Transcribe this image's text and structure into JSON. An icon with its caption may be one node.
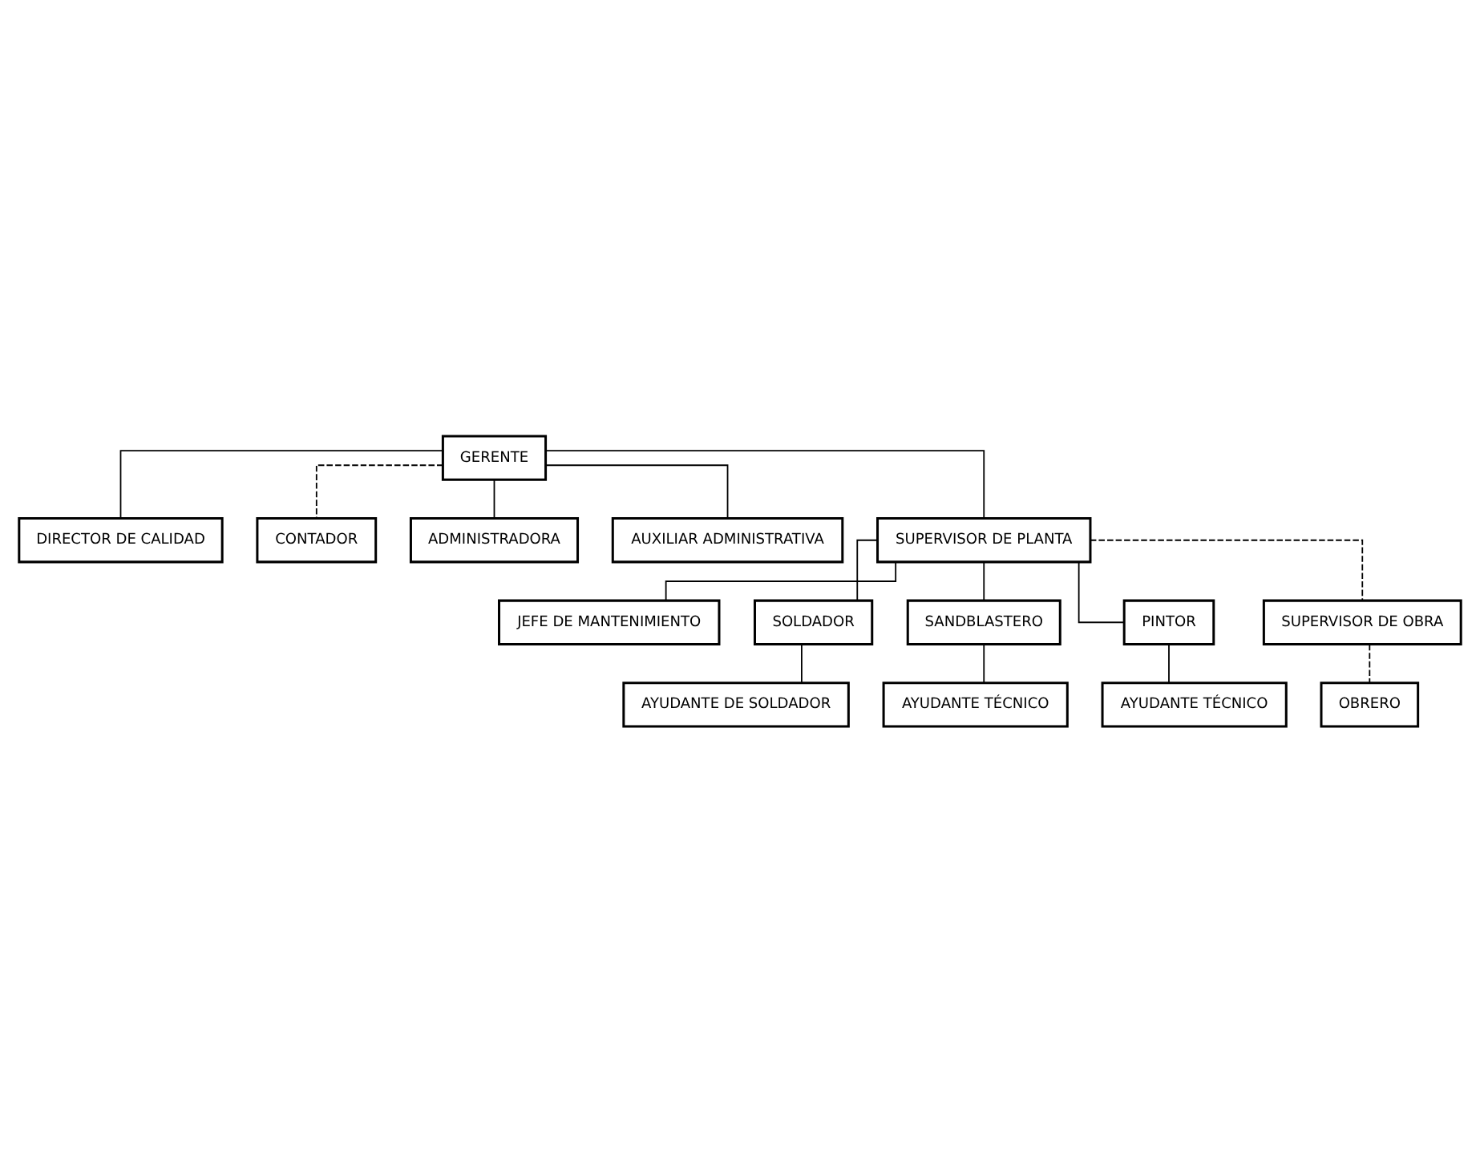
{
  "diagram": {
    "nodes": [
      {
        "text": [
          "GERENTE"
        ]
      },
      {
        "text": [
          "DIRECTOR DE CALIDAD"
        ]
      },
      {
        "text": [
          "CONTADOR"
        ]
      },
      {
        "text": [
          "ADMINISTRADORA"
        ]
      },
      {
        "text": [
          "AUXILIAR ADMINISTRATIVA"
        ]
      },
      {
        "text": [
          "SUPERVISOR DE PLANTA"
        ]
      },
      {
        "text": [
          "JEFE DE MANTENIMIENTO"
        ]
      },
      {
        "text": [
          "SOLDADOR"
        ]
      },
      {
        "text": [
          "SANDBLASTERO"
        ]
      },
      {
        "text": [
          "PINTOR"
        ]
      },
      {
        "text": [
          "SUPERVISOR DE OBRA"
        ]
      },
      {
        "text": [
          "AYUDANTE DE SOLDADOR"
        ]
      },
      {
        "text": [
          "AYUDANTE TÉCNICO"
        ]
      },
      {
        "text": [
          "AYUDANTE TÉCNICO"
        ]
      },
      {
        "text": [
          "OBRERO"
        ]
      }
    ],
    "edges": [
      {
        "from": 0,
        "to": 1,
        "arrow": "none"
      },
      {
        "from": 0,
        "to": 2,
        "arrow": "none",
        "style": "dashed"
      },
      {
        "from": 0,
        "to": 3,
        "arrow": "none"
      },
      {
        "from": 0,
        "to": 4,
        "arrow": "none"
      },
      {
        "from": 0,
        "to": 5,
        "arrow": "none"
      },
      {
        "from": 5,
        "to": 6,
        "arrow": "none"
      },
      {
        "from": 5,
        "to": 7,
        "arrow": "none"
      },
      {
        "from": 5,
        "to": 8,
        "arrow": "none"
      },
      {
        "from": 5,
        "to": 9,
        "arrow": "none"
      },
      {
        "from": 5,
        "to": 10,
        "arrow": "none",
        "style": "dashed"
      },
      {
        "from": 7,
        "to": 11,
        "arrow": "none"
      },
      {
        "from": 8,
        "to": 12,
        "arrow": "none"
      },
      {
        "from": 9,
        "to": 13,
        "arrow": "none"
      },
      {
        "from": 10,
        "to": 14,
        "arrow": "none",
        "style": "dashed"
      }
    ]
  }
}
